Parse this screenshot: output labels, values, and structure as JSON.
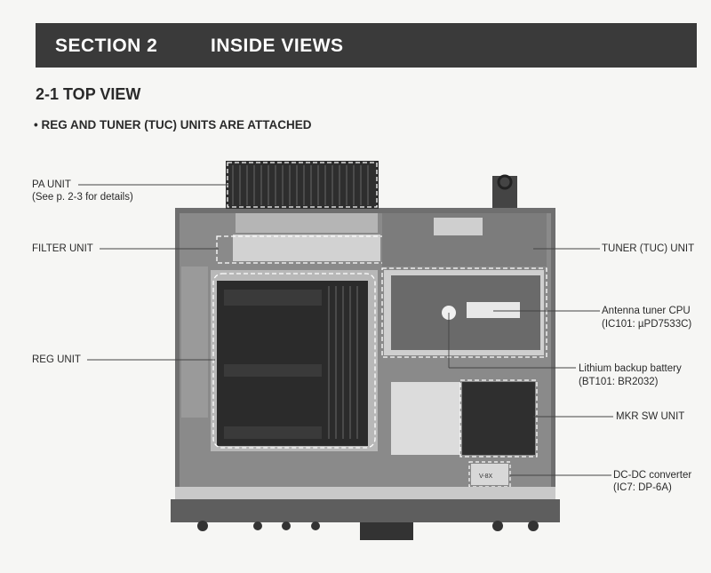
{
  "header": {
    "section": "SECTION 2",
    "title": "INSIDE VIEWS"
  },
  "subheading": "2-1 TOP VIEW",
  "bullet": "• REG AND TUNER (TUC) UNITS ARE ATTACHED",
  "labels": {
    "pa_unit": "PA UNIT",
    "pa_unit_note": "(See p. 2-3 for details)",
    "filter_unit": "FILTER UNIT",
    "reg_unit": "REG UNIT",
    "tuner_unit": "TUNER (TUC) UNIT",
    "antenna_cpu": "Antenna tuner CPU",
    "antenna_cpu_ic": "(IC101: µPD7533C)",
    "battery": "Lithium backup battery",
    "battery_id": "(BT101: BR2032)",
    "mkr_sw": "MKR SW UNIT",
    "dcdc": "DC-DC converter",
    "dcdc_ic": "(IC7: DP-6A)"
  },
  "photo_marks": {
    "dcdc_label": "V-8X"
  }
}
